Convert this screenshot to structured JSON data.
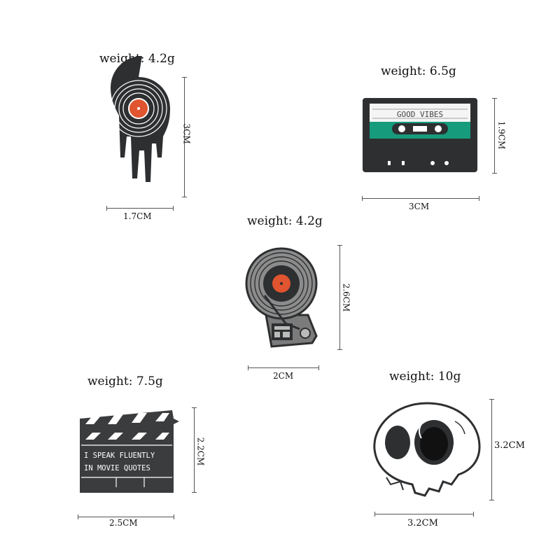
{
  "pins": [
    {
      "id": "drip-record",
      "weight": "weight: 4.2g",
      "width": "1.7CM",
      "height": "3CM"
    },
    {
      "id": "cassette",
      "weight": "weight: 6.5g",
      "width": "3CM",
      "height": "1.9CM",
      "label_text": "GOOD VIBES"
    },
    {
      "id": "turntable",
      "weight": "weight: 4.2g",
      "width": "2CM",
      "height": "2.6CM"
    },
    {
      "id": "clapperboard",
      "weight": "weight: 7.5g",
      "width": "2.5CM",
      "height": "2.2CM",
      "line1": "I SPEAK FLUENTLY",
      "line2": "IN MOVIE QUOTES"
    },
    {
      "id": "skull",
      "weight": "weight: 10g",
      "width": "3.2CM",
      "height": "3.2CM"
    }
  ],
  "colors": {
    "enamel_black": "#2d2f31",
    "record_red": "#e0542f",
    "cassette_green": "#169c7c",
    "skull_white": "#ffffff"
  }
}
